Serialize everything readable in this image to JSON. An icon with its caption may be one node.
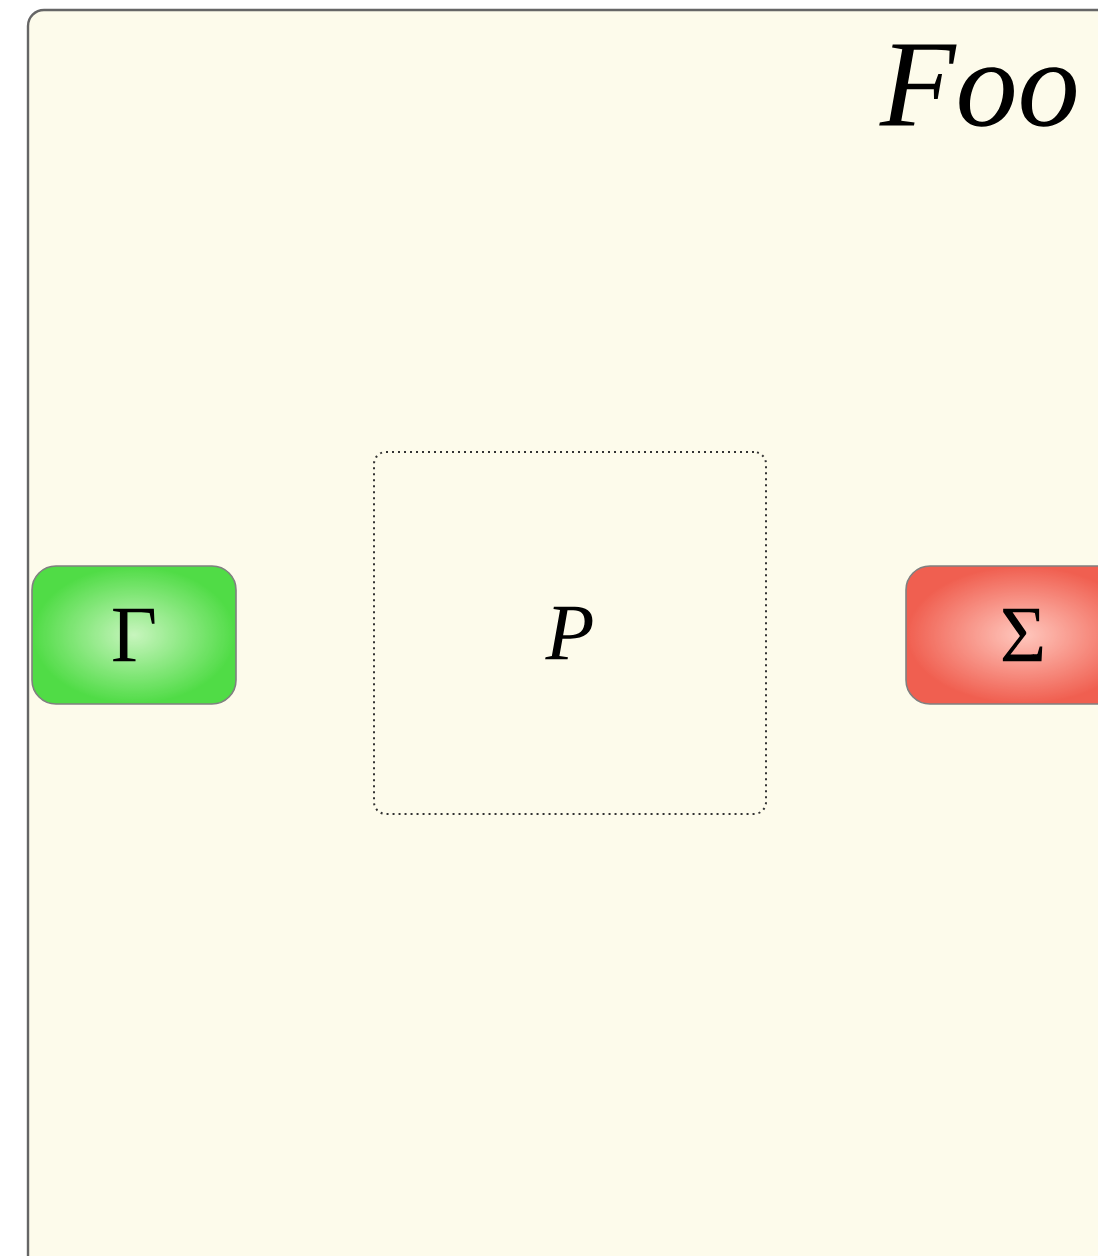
{
  "diagram": {
    "nodes": [
      {
        "text": [
          "Foo"
        ]
      },
      {
        "text": [
          "Γ"
        ],
        "in": 0
      },
      {
        "text": [
          "P"
        ],
        "in": 0
      },
      {
        "text": [
          "Σ"
        ],
        "in": 0
      }
    ]
  }
}
